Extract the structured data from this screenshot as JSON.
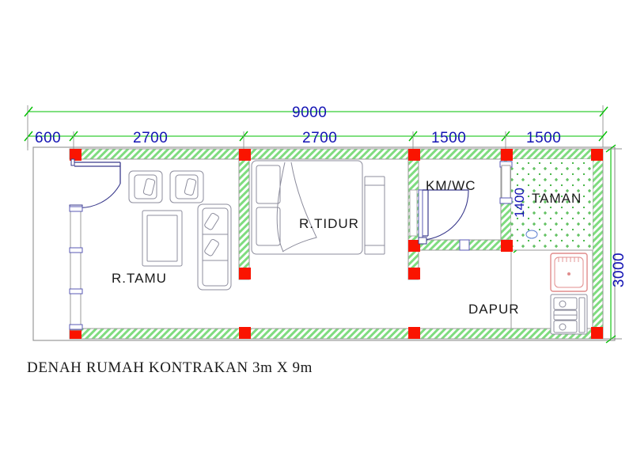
{
  "drawing": {
    "title": "DENAH RUMAH KONTRAKAN 3m X 9m",
    "units": "mm",
    "colors": {
      "wall_fill": "#8ce08c",
      "wall_outline": "#9a9a9a",
      "column": "#fa1400",
      "dimension": "#00c000",
      "dimension_text": "#1414b4",
      "furniture": "#8c8c9c",
      "door": "#3a3a8c",
      "garden": "#38b038",
      "sink": "#e08c8c",
      "frame": "#808080",
      "background": "#ffffff"
    }
  },
  "dimensions": {
    "top_chain": [
      {
        "label": "600",
        "id": "dim-600"
      },
      {
        "label": "2700",
        "id": "dim-2700-a"
      },
      {
        "label": "2700",
        "id": "dim-2700-b"
      },
      {
        "label": "1500",
        "id": "dim-1500-a"
      },
      {
        "label": "1500",
        "id": "dim-1500-b"
      }
    ],
    "overall_top": "9000",
    "overall_right": "3000",
    "garden_depth": "1400"
  },
  "rooms": [
    {
      "id": "room-tamu",
      "label": "R.TAMU",
      "meaning": "living-room"
    },
    {
      "id": "room-tidur",
      "label": "R.TIDUR",
      "meaning": "bedroom"
    },
    {
      "id": "room-kmwc",
      "label": "KM/WC",
      "meaning": "bathroom-toilet"
    },
    {
      "id": "room-taman",
      "label": "TAMAN",
      "meaning": "garden"
    },
    {
      "id": "room-dapur",
      "label": "DAPUR",
      "meaning": "kitchen"
    }
  ],
  "fixtures": {
    "living_room": [
      "armchair-left",
      "armchair-right",
      "coffee-table",
      "sofa-three-seat"
    ],
    "bedroom": [
      "double-bed",
      "wardrobe"
    ],
    "kitchen": [
      "sink",
      "stove"
    ],
    "garden": [
      "floor-drain"
    ]
  },
  "openings": {
    "entrance_door": "front-door",
    "bathroom_door": "km-wc-door",
    "bedroom_door": "bedroom-door",
    "garden_door": "garden-door",
    "living_window": "living-room-window",
    "garden_window": "garden-window"
  }
}
